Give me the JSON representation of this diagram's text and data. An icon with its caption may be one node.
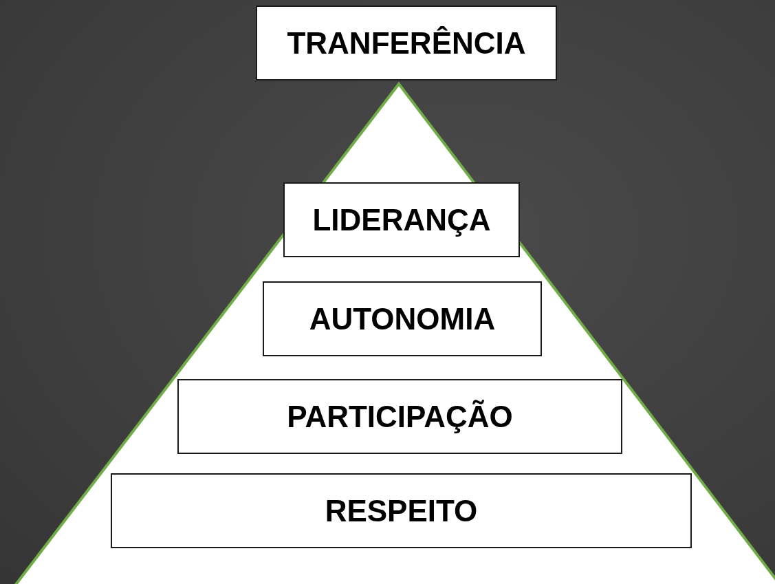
{
  "diagram": {
    "nodes": [
      {
        "text": [
          "TRANFERÊNCIA"
        ]
      },
      {
        "text": [
          "LIDERANÇA"
        ]
      },
      {
        "text": [
          "AUTONOMIA"
        ]
      },
      {
        "text": [
          "PARTICIPAÇÃO"
        ]
      },
      {
        "text": [
          "RESPEITO"
        ]
      }
    ]
  }
}
